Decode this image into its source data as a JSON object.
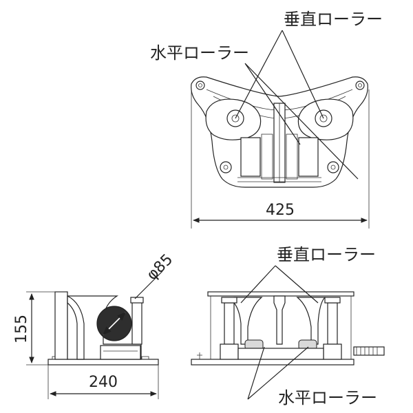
{
  "top_view": {
    "label_vertical": "垂直ローラー",
    "label_horizontal": "水平ローラー",
    "width_dim": "425"
  },
  "side_view": {
    "height_dim": "155",
    "width_dim": "240",
    "diameter_dim": "φ85"
  },
  "front_view": {
    "label_vertical": "垂直ローラー",
    "label_horizontal": "水平ローラー"
  }
}
